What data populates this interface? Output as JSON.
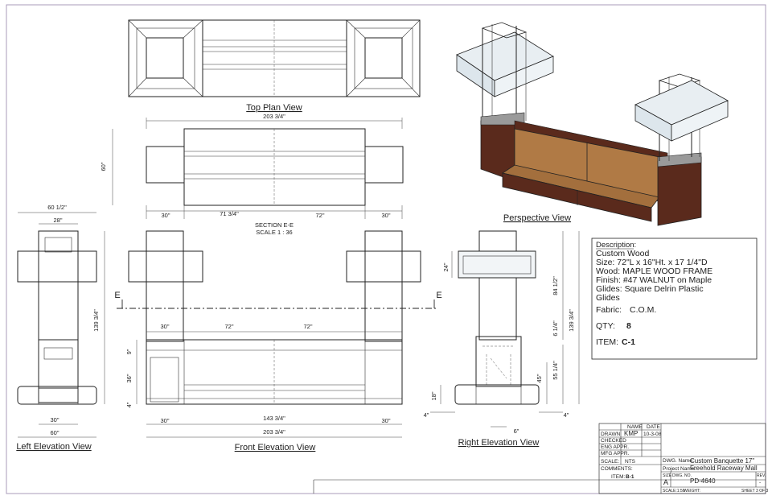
{
  "views": {
    "top_plan": "Top Plan View",
    "section_title": "SECTION E-E",
    "section_scale": "SCALE 1 : 36",
    "perspective": "Perspective View",
    "left_elevation": "Left Elevation View",
    "front_elevation": "Front Elevation View",
    "right_elevation": "Right Elevation View",
    "cut_mark": "E"
  },
  "dimensions": {
    "section_overall": "203 3/4\"",
    "section_depth": "60\"",
    "section_left": "30\"",
    "section_center": "71 3/4\"",
    "section_mid": "72\"",
    "section_right": "30\"",
    "left_width": "60 1/2\"",
    "left_inner": "28\"",
    "left_height": "139 3/4\"",
    "left_base_a": "30\"",
    "left_base_b": "60\"",
    "front_seg_a": "30\"",
    "front_seg_b": "72\"",
    "front_seg_c": "72\"",
    "front_h_9": "9\"",
    "front_h_36": "36\"",
    "front_h_4": "4\"",
    "front_bottom_a": "30\"",
    "front_bottom_b": "143 3/4\"",
    "front_bottom_c": "30\"",
    "front_overall": "203 3/4\"",
    "right_24": "24\"",
    "right_84": "84 1/2\"",
    "right_139": "139 3/4\"",
    "right_6_1_4": "6 1/4\"",
    "right_55": "55 1/4\"",
    "right_45": "45\"",
    "right_18": "18\"",
    "right_4a": "4\"",
    "right_6": "6\"",
    "right_4b": "4\""
  },
  "description": {
    "heading": "Description:",
    "line1": "Custom Wood",
    "line2": "Size: 72\"L x 16\"Ht. x 17 1/4\"D",
    "line3": "Wood: MAPLE WOOD FRAME",
    "line4": "Finish:  #47 WALNUT on Maple",
    "line5": "Glides: Square Delrin Plastic",
    "line6": "Glides",
    "fabric_label": "Fabric:",
    "fabric_value": "C.O.M.",
    "qty_label": "QTY:",
    "qty_value": "8",
    "item_label": "ITEM:",
    "item_value": "C-1"
  },
  "title_block": {
    "col_name": "NAME",
    "col_date": "DATE",
    "drawn": "DRAWN",
    "drawn_name": "KMP",
    "drawn_date": "10-3-08",
    "checked": "CHECKED",
    "eng_appr": "ENG APPR.",
    "mfg_appr": "MFG APPR.",
    "scale_label": "SCALE:",
    "scale_value": "NTS",
    "comments": "COMMENTS:",
    "item_label": "ITEM:",
    "item_value": "B-1",
    "dwg_name_label": "DWG. Name:",
    "dwg_name": "Custom Banquette 17\"",
    "project_label": "Project Name:",
    "project_name": "Freehold Raceway Mall",
    "size_label": "SIZE",
    "size_value": "A",
    "dwg_no_label": "DWG. NO.",
    "dwg_no": "PD-4640",
    "rev_label": "REV.",
    "rev_value": "-",
    "scale_ratio": "SCALE:1:50",
    "weight": "WEIGHT:",
    "sheet": "SHEET 3 OF 3"
  },
  "colors": {
    "line": "#222222",
    "walnut": "#5a2a1c",
    "fabric": "#b07a45",
    "glass": "#e8eef2",
    "border": "#a89bb8"
  }
}
